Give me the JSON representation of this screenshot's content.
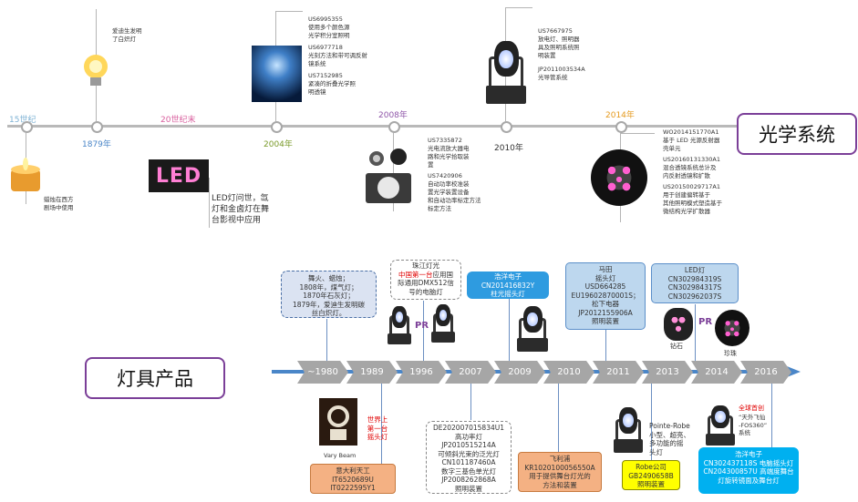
{
  "optical": {
    "title": "光学系统",
    "years": [
      "15世纪",
      "1879年",
      "20世纪末",
      "2004年",
      "2008年",
      "2010年",
      "2014年"
    ],
    "notes": {
      "n15": [
        "蜡烛在西方",
        "剧场中使用"
      ],
      "n1879": [
        "爱迪生发明",
        "了白炽灯"
      ],
      "n20": [
        "LED灯问世，氙",
        "灯和金卤灯在舞",
        "台影视中应用"
      ],
      "n2004": [
        "US6995355",
        "使用多个颜色源",
        "光学积分室照明",
        "US6977718",
        "光刻方法和带可调反射",
        "镜系统",
        "US7152985",
        "紧凑的折叠光学照",
        "明透镜"
      ],
      "n2008": [
        "US7335872",
        "光电流放大器电",
        "路和光学拾取装",
        "置",
        "US7420906",
        "自动功率校准装",
        "置光学装置设备",
        "和自动功率标定方法",
        "标定方法"
      ],
      "n2010": [
        "US7667975",
        "放电灯、照明器",
        "具及照明系统照",
        "明装置",
        "JP2011003534A",
        "光导管系统"
      ],
      "n2014": [
        "WO2014151770A1",
        "基于 LED 光源反射器",
        "壳单元",
        "US20160131330A1",
        "混合透镜系统总计及",
        "内反射透镜和扩散",
        "US20150029717A1",
        "用于创建偏转基于",
        "其他照明模式塑造基于",
        "微结构光学扩散器"
      ]
    },
    "led_sign": "LED"
  },
  "products": {
    "title": "灯具产品",
    "timeline": [
      "~1980",
      "1989",
      "1996",
      "2007",
      "2009",
      "2010",
      "2011",
      "2013",
      "2014",
      "2016"
    ],
    "pr": "PR",
    "top_boxes": {
      "early": [
        "舞火、蜡烛；",
        "1808年，煤气灯；",
        "1870年石灰灯；",
        "1879年，爱迪生发明碳",
        "丝白炽灯。"
      ],
      "zhujiang_head": "珠江灯光",
      "zhujiang_red": "中国第一台",
      "zhujiang_rest": [
        "应用国",
        "际通用DMX512信",
        "号的电脑灯"
      ],
      "haiyang": [
        "浩洋电子",
        "CN201416832Y",
        "柱光摇头灯"
      ],
      "matian": [
        "马田",
        "摇头灯",
        "USD664285",
        "EU19602870001S；",
        "松下电器",
        "JP2012155906A",
        "照明装置"
      ],
      "ledlamp": [
        "LED灯",
        "CN302984319S",
        "CN302984317S",
        "CN302962037S"
      ]
    },
    "bottom_boxes": {
      "yida": [
        "意大利天工",
        "IT6520689U",
        "IT0222595Y1"
      ],
      "world_first": [
        "世界上",
        "第一台",
        "摇头灯"
      ],
      "vary_beam": "Vary Beam",
      "de": [
        "DE202007015834U1",
        "高功率灯",
        "JP2010515214A",
        "可倾斜光束的泛光灯",
        "CN101187460A",
        "数字三基色单光灯",
        "JP2008262868A",
        "照明装置"
      ],
      "philips": [
        "飞利浦",
        "KR1020100056550A",
        "用于提供舞台灯光的",
        "方法和装置"
      ],
      "robe": [
        "Robe公司",
        "GB2490658B",
        "照明装置"
      ],
      "pointe": [
        "Pointe-Robe",
        "小型、超亮、",
        "多功能的摇",
        "头灯"
      ],
      "global_first": "全球首创",
      "feiyu": [
        "“天外飞仙",
        "-FOS360”",
        "系统"
      ],
      "haiyang2": [
        "浩洋电子",
        "CN302437118S 电脑摇头灯",
        "CN204300857U 高端度舞台",
        "灯旋转镜面及舞台灯"
      ]
    },
    "small_labels": {
      "zuanshi": "钻石",
      "zhenzhu": "珍珠"
    }
  }
}
